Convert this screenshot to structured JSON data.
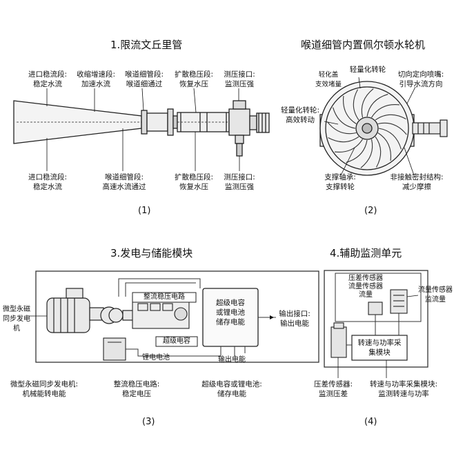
{
  "panel1": {
    "title": "1.限流文丘里管",
    "labels": {
      "top_inlet": "进口稳流段:\n稳定水流",
      "top_converge": "收缩增速段:\n加速水流",
      "top_throat": "喉道细管段:\n喉道细通过",
      "top_diffuser": "扩散稳压段:\n恢复水压",
      "top_port": "测压接口:\n监测压强",
      "bot_inlet": "进口稳流段:\n稳定水流",
      "bot_throat": "喉道细管段:\n高速水流通过",
      "bot_diffuser": "扩散稳压段:\n恢复水压",
      "bot_port": "测压接口:\n监测压强"
    },
    "caption": "(1)"
  },
  "panel2": {
    "title": "喉道细管内置佩尔顿水轮机",
    "labels": {
      "support_bearing_top": "轻化盖\n支效堵量",
      "runner_top": "轻量化转轮",
      "nozzle": "切向定向喷嘴:\n引导水流方向",
      "runner_left": "轻量化转轮:\n高效转动",
      "bearing": "支撑轴承:\n支撑转轮",
      "seal": "非接触密封结构:\n减少摩擦"
    },
    "caption": "(2)"
  },
  "panel3": {
    "title": "3.发电与储能模块",
    "labels": {
      "gen_left": "微型永磁\n同步发电机",
      "rectifier_box": "整流稳压电路",
      "supercap_box": "超级电容\n或锂电池\n储存电能",
      "output_port": "输出接口:\n输出电能",
      "supercap_small": "超级电容",
      "battery_small": "锂电电池",
      "output_small": "输出电能",
      "bot_gen": "微型永磁同步发电机:\n机械能转电能",
      "bot_rect": "整流稳压电路:\n稳定电压",
      "bot_store": "超级电容或锂电池:\n储存电能"
    },
    "caption": "(3)"
  },
  "panel4": {
    "title": "4.辅助监测单元",
    "labels": {
      "dp_sensor_top": "压差传感器\n流量传感器\n流量",
      "flow_sensor": "流量传感器\n监流量",
      "acq_module": "转速与功率采\n集模块",
      "bot_dp": "压差传感器:\n监测压差",
      "bot_acq": "转速与功率采集模块:\n监测转速与功率"
    },
    "caption": "(4)"
  }
}
